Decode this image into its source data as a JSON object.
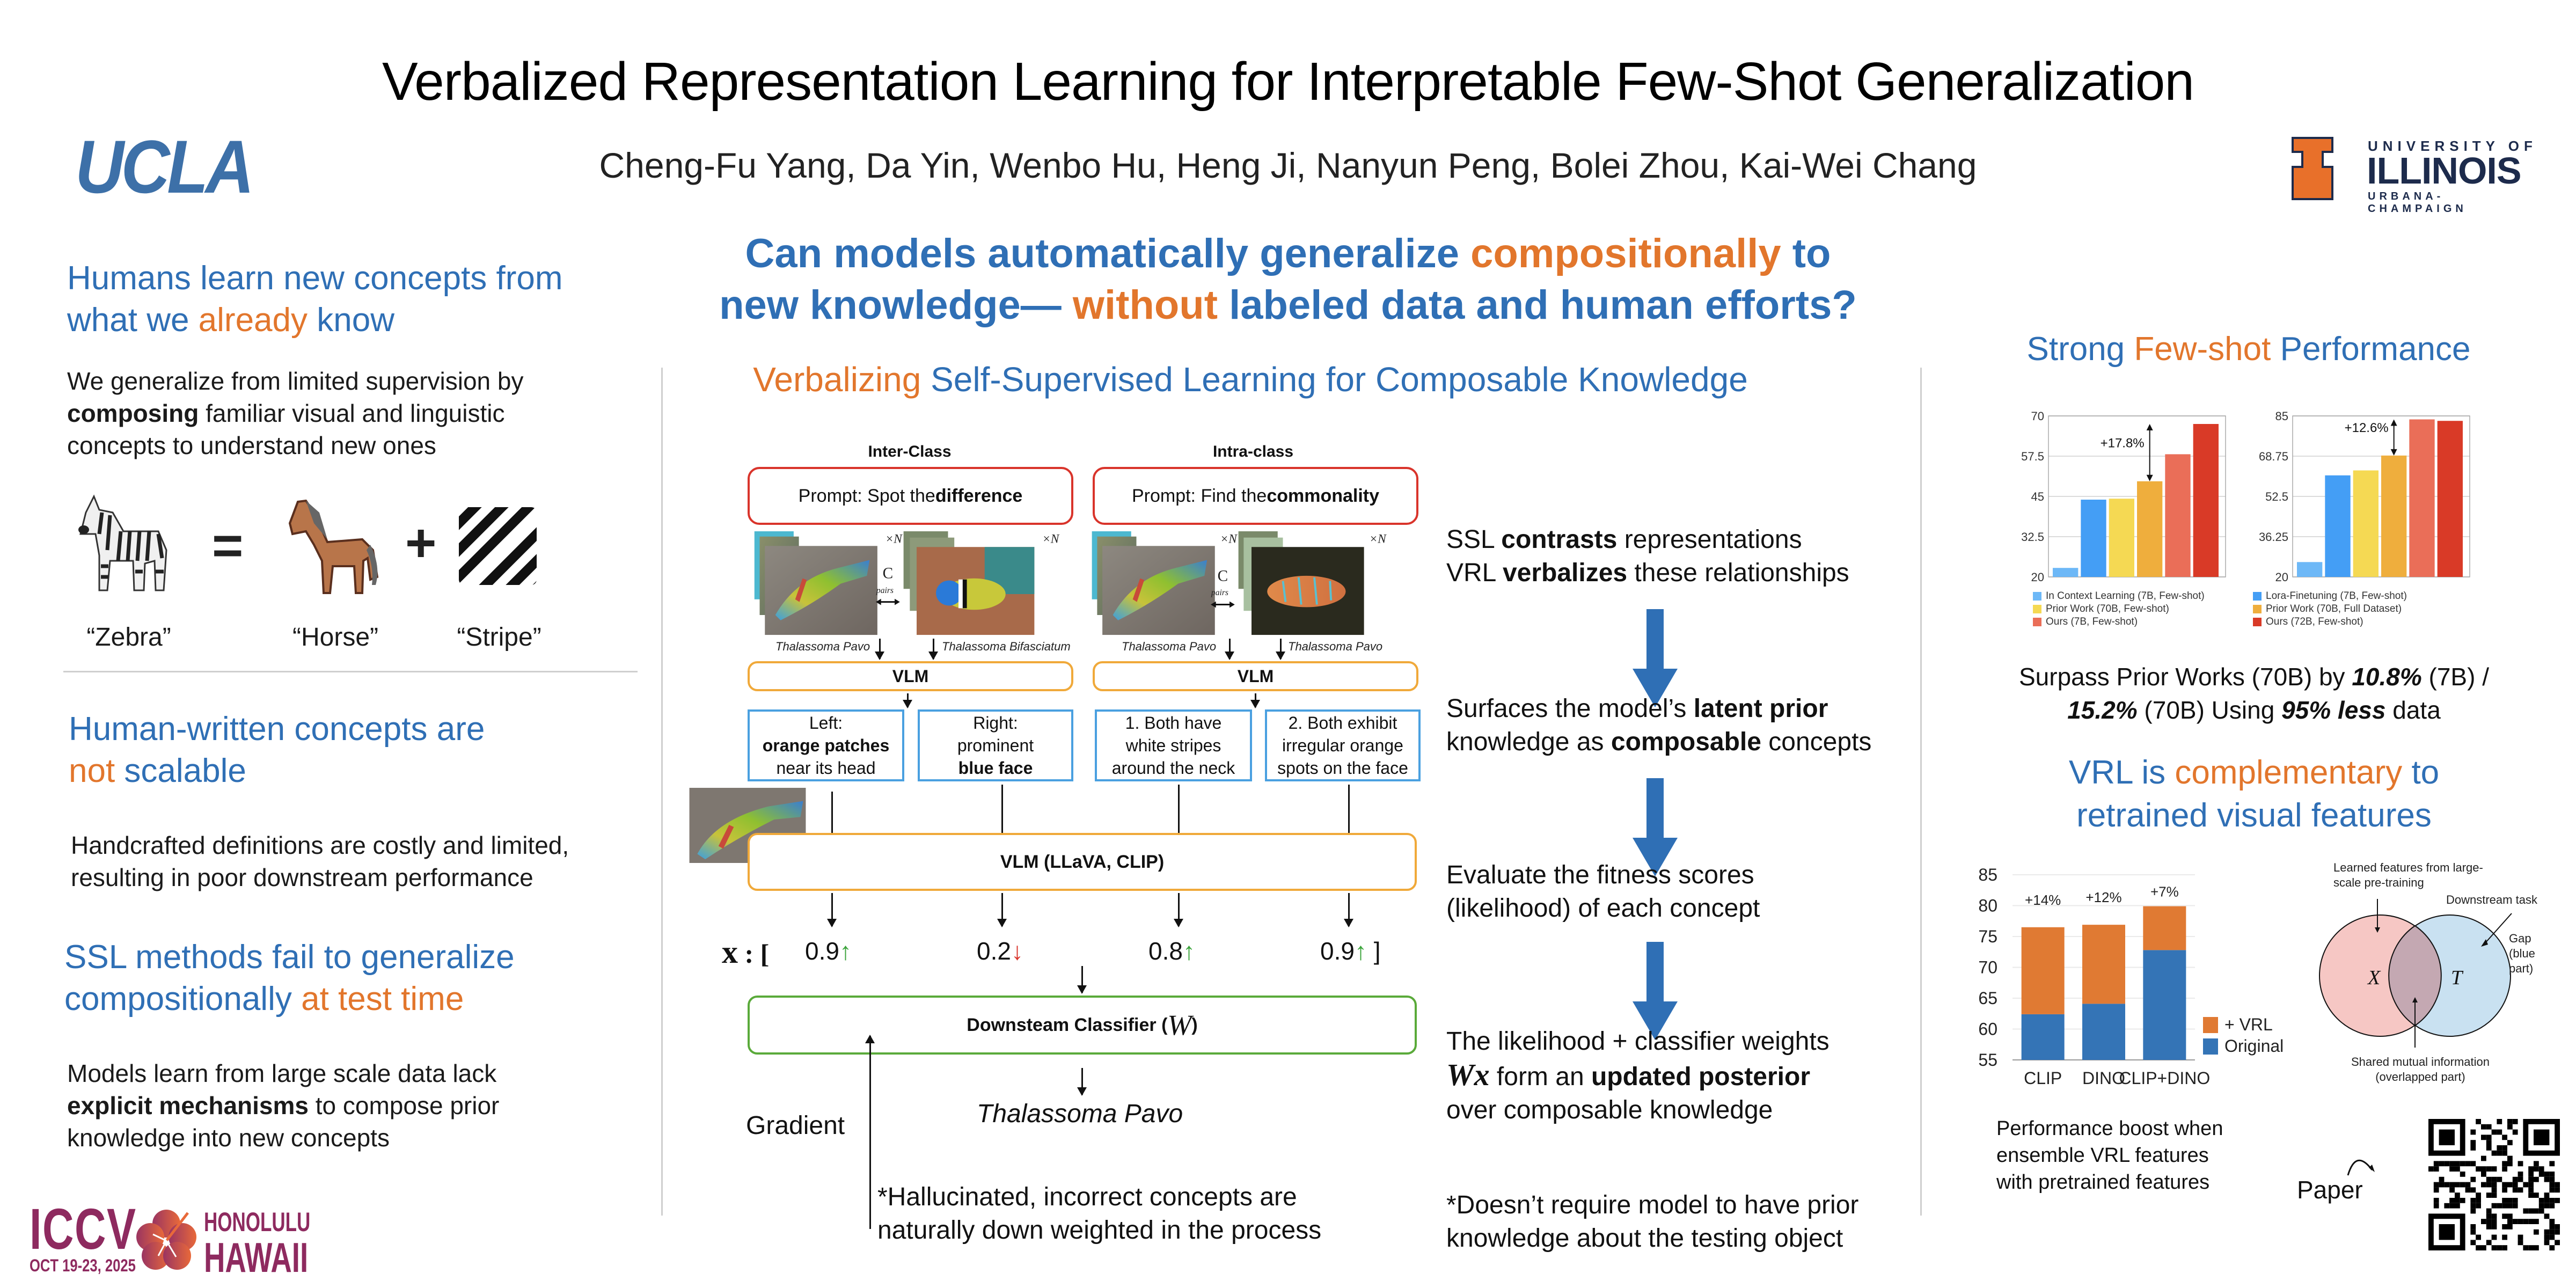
{
  "header": {
    "title": "Verbalized Representation Learning for Interpretable Few-Shot Generalization",
    "authors": "Cheng-Fu Yang, Da Yin, Wenbo Hu, Heng Ji, Nanyun Peng, Bolei Zhou, Kai-Wei Chang",
    "left_logo": "UCLA",
    "right_logo": {
      "line1": "UNIVERSITY OF",
      "line2": "ILLINOIS",
      "line3": "URBANA-CHAMPAIGN"
    }
  },
  "question": {
    "line1_a": "Can models automatically generalize ",
    "line1_b": "compositionally",
    "line1_c": " to",
    "line2_a": "new knowledge— ",
    "line2_b": "without",
    "line2_c": " labeled data and human efforts?"
  },
  "left": {
    "s1_head_a": "Humans learn new concepts from",
    "s1_head_b": "what we ",
    "s1_head_c": "already",
    "s1_head_d": " know",
    "s1_body_a": "We generalize from limited supervision by",
    "s1_body_b": "composing",
    "s1_body_c": " familiar visual and linguistic",
    "s1_body_d": "concepts to understand new ones",
    "equation": {
      "eq": "=",
      "plus": "+",
      "zebra": "“Zebra”",
      "horse": "“Horse”",
      "stripe": "“Stripe”"
    },
    "s2_head_a": "Human-written concepts are",
    "s2_head_b": "not",
    "s2_head_c": " scalable",
    "s2_body_a": "Handcrafted definitions are costly and limited,",
    "s2_body_b": "resulting in poor downstream performance",
    "s3_head_a": "SSL methods fail to generalize",
    "s3_head_b": "compositionally ",
    "s3_head_c": "at test time",
    "s3_body_a": "Models learn from large scale data lack",
    "s3_body_b": "explicit mechanisms",
    "s3_body_c": " to compose prior",
    "s3_body_d": "knowledge into new concepts",
    "conference": {
      "name": "ICCV",
      "dates": "OCT 19-23, 2025",
      "city": "HONOLULU",
      "state": "HAWAII"
    }
  },
  "middle": {
    "title_a": "Verbalizing",
    "title_b": " Self-Supervised Learning for Composable Knowledge",
    "inter_label": "Inter-Class",
    "intra_label": "Intra-class",
    "prompt1_a": "Prompt: Spot the ",
    "prompt1_b": "difference",
    "prompt2_a": "Prompt: Find the ",
    "prompt2_b": "commonality",
    "times_n": "×N",
    "pairs_label": "C₂ᴺ pairs",
    "fish_captions": [
      "Thalassoma Pavo",
      "Thalassoma Bifasciatum",
      "Thalassoma Pavo",
      "Thalassoma Pavo"
    ],
    "vlm": "VLM",
    "concepts": [
      {
        "a": "Left:",
        "b": "orange patches",
        "c": "near its head"
      },
      {
        "a": "Right:",
        "b": "prominent",
        "c": "blue face"
      },
      {
        "a": "1. Both have",
        "b": "white stripes",
        "c": "around the neck"
      },
      {
        "a": "2. Both exhibit",
        "b": "irregular orange",
        "c": "spots on the face"
      }
    ],
    "vlm_big": "VLM (LLaVA, CLIP)",
    "x_label": "x",
    "scores": [
      "0.9",
      "0.2",
      "0.8",
      "0.9"
    ],
    "score_dirs": [
      "up",
      "down",
      "up",
      "up"
    ],
    "classifier_a": "Downsteam Classifier (",
    "classifier_w": "W",
    "classifier_b": ")",
    "output": "Thalassoma Pavo",
    "gradient": "Gradient",
    "note_a": "*Hallucinated, incorrect concepts are",
    "note_b": "naturally down weighted in the process"
  },
  "steps": {
    "s1_a": "SSL ",
    "s1_b": "contrasts",
    "s1_c": " representations",
    "s1_d": "VRL ",
    "s1_e": "verbalizes",
    "s1_f": " these relationships",
    "s2_a": "Surfaces the model’s ",
    "s2_b": "latent prior",
    "s2_c": "knowledge as ",
    "s2_d": "composable",
    "s2_e": " concepts",
    "s3_a": "Evaluate the fitness scores",
    "s3_b": "(likelihood) of each concept",
    "s4_a": "The likelihood + classifier weights",
    "s4_wx": "Wx",
    "s4_b": " form an ",
    "s4_c": "updated posterior",
    "s4_d": "over composable knowledge",
    "note_a": "*Doesn’t require model to have prior",
    "note_b": "knowledge about the testing object"
  },
  "right": {
    "head1_a": "Strong ",
    "head1_b": "Few-shot",
    "head1_c": " Performance",
    "summary_a": "Surpass Prior Works (70B) by ",
    "summary_b": "10.8%",
    "summary_c": " (7B) /",
    "summary_d": "15.2%",
    "summary_e": " (70B) Using ",
    "summary_f": "95% less",
    "summary_g": " data",
    "head2_a": "VRL is ",
    "head2_b": "complementary",
    "head2_c": " to",
    "head2_d": "retrained visual features",
    "venn": {
      "x": "X",
      "t": "T",
      "learned": "Learned features from large-scale pre-training",
      "downstream": "Downstream task",
      "gap_a": "Gap",
      "gap_b": "(blue",
      "gap_c": "part)",
      "shared_a": "Shared mutual information",
      "shared_b": "(overlapped part)"
    },
    "boost_a": "Performance boost when",
    "boost_b": "ensemble VRL features",
    "boost_c": "with pretrained features",
    "paper_label": "Paper"
  },
  "colors": {
    "blue": "#2f6fb5",
    "orange": "#e2762c",
    "red": "#d9342b",
    "green": "#5aaa3a",
    "vlm_orange": "#f0a93a"
  },
  "chart_data": [
    {
      "type": "bar",
      "title": "",
      "categories": [
        "In Context Learning (7B, Few-shot)",
        "Lora-Finetuning (7B, Few-shot)",
        "Prior Work (70B, Few-shot)",
        "Prior Work (70B, Full Dataset)",
        "Ours (7B, Few-shot)",
        "Ours (72B, Few-shot)"
      ],
      "values": [
        22.8,
        44.0,
        44.3,
        49.7,
        58.1,
        67.5
      ],
      "colors": [
        "#6db8f7",
        "#449ef5",
        "#f5d953",
        "#efae3d",
        "#ea6e58",
        "#d93a27"
      ],
      "yticks": [
        "20",
        "32.5",
        "45",
        "57.5",
        "70"
      ],
      "ylim": [
        20,
        70
      ],
      "annotation": "+17.8%",
      "grid": true
    },
    {
      "type": "bar",
      "title": "",
      "categories": [
        "In Context Learning (7B, Few-shot)",
        "Lora-Finetuning (7B, Few-shot)",
        "Prior Work (70B, Few-shot)",
        "Prior Work (70B, Full Dataset)",
        "Ours (7B, Few-shot)",
        "Ours (72B, Few-shot)"
      ],
      "values": [
        26.0,
        61.0,
        63.0,
        69.0,
        83.6,
        83.0
      ],
      "colors": [
        "#6db8f7",
        "#449ef5",
        "#f5d953",
        "#efae3d",
        "#ea6e58",
        "#d93a27"
      ],
      "yticks": [
        "20",
        "36.25",
        "52.5",
        "68.75",
        "85"
      ],
      "ylim": [
        20,
        85
      ],
      "annotation": "+12.6%",
      "grid": true
    },
    {
      "type": "bar",
      "stacked": true,
      "categories": [
        "CLIP",
        "DINO",
        "CLIP+DINO"
      ],
      "series": [
        {
          "name": "Original",
          "values": [
            62.4,
            64.1,
            72.8
          ],
          "color": "#3474b6"
        },
        {
          "name": "+ VRL",
          "values": [
            76.5,
            76.9,
            79.9
          ],
          "color": "#e07a33"
        }
      ],
      "labels": [
        "+14%",
        "+12%",
        "+7%"
      ],
      "yticks": [
        "55",
        "60",
        "65",
        "70",
        "75",
        "80",
        "85"
      ],
      "ylim": [
        55,
        85
      ],
      "legend": "right",
      "grid": true
    }
  ]
}
